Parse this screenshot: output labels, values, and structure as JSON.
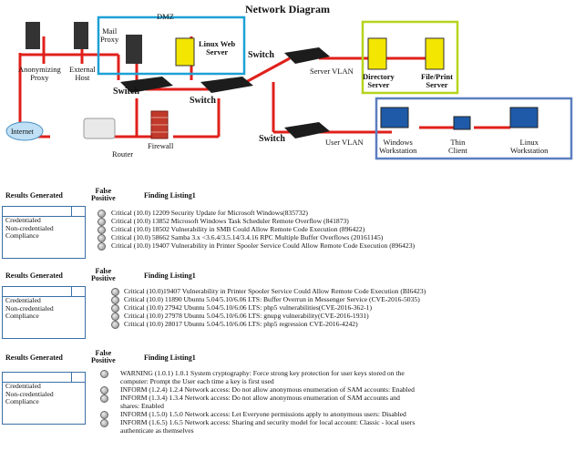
{
  "title": "Network Diagram",
  "diagram": {
    "dmz_label": "DMZ",
    "mail_proxy": "Mail\nProxy",
    "linux_web_server": "Linux Web\nServer",
    "anonymizing_proxy": "Anonymizing\nProxy",
    "external_host": "External\nHost",
    "switch_label": "Switch",
    "server_vlan": "Server VLAN",
    "user_vlan": "User VLAN",
    "directory_server": "Directory\nServer",
    "file_print_server": "File/Print\nServer",
    "internet": "Internet",
    "router": "Router",
    "firewall": "Firewall",
    "windows_workstation": "Windows\nWorkstation",
    "thin_client": "Thin\nClient",
    "linux_workstation": "Linux\nWorkstation"
  },
  "sections": [
    {
      "results_generated": "Results Generated",
      "false_positive": "False\nPositive",
      "finding_listing": "Finding Listing1",
      "options": [
        "Credentialed",
        "Non-credentialed",
        "Compliance"
      ],
      "findings": [
        "Critical (10.0) 12209 Security Update for Microsoft Windows(835732)",
        "Critical (10.0) 13852 Microsoft Windows Task Scheduler Remote Overflow (841873)",
        "Critical (10.0) 18502 Vulnerability in SMB Could Allow Remote Code Execution (896422)",
        "Critical (10.0) 58662 Samba 3.x <3.6.4/3.5.14/3.4.16 RPC Multiple Buffer Overflows (20161145)",
        "Critical (10.0) 19407 Vulnerability in Printer Spooler Service Could Allow Remote Code Execution (896423)"
      ]
    },
    {
      "results_generated": "Results Generated",
      "false_positive": "False\nPositive",
      "finding_listing": "Finding Listing1",
      "options": [
        "Credentialed",
        "Non-credentialed",
        "Compliance"
      ],
      "findings": [
        "Critical (10.0)19407 Vulnerability in Printer Spooler Service Could Allow Remote Code Execution (BI6423)",
        "Critical (10.0) 11890 Ubuntu 5.04/5.10/6.06 LTS: Buffer Overrun in Messenger Service (CVE-2016-5035)",
        "Critical (10.0) 27942 Ubuntu 5.04/5.10/6.06 LTS: php5 vulnerabilities(CVE-2016-362-1)",
        "Critical (10.0) 27978 Ubuntu 5.04/5.10/6.06 LTS: gnupg vulnerability(CVE-2016-1931)",
        "Critical (10.0) 28017 Ubuntu 5.04/5.10/6.06 LTS: php5 regression CVE-2016-4242)"
      ]
    },
    {
      "results_generated": "Results Generated",
      "false_positive": "False\nPositive",
      "finding_listing": "Finding Listing1",
      "options": [
        "Credentialed",
        "Non-credentialed",
        "Compliance"
      ],
      "findings": [
        "WARNING (1.0.1) 1.0.1 System cryptography: Force strong key protection for user keys stored on the",
        "computer: Prompt the User each time a key is first used",
        "INFORM (1.2.4) 1.2.4 Network access: Do not allow anonymous enumeration of SAM accounts: Enabled",
        "INFORM (1.3.4) 1.3.4 Network access: Do not allow anonymous enumeration of SAM accounts and",
        "shares: Enabled",
        "INFORM (1.5.0) 1.5.0 Network access: Let Everyone permissions apply to anonymous users: Disabled",
        "INFORM (1.6.5) 1.6.5 Network access: Sharing and security model for local account: Classic - local users",
        "authenticate as themselves"
      ]
    }
  ],
  "colors": {
    "link": "#e0201b",
    "dmz": "#1ea0d6",
    "server_vlan": "#b5d41c",
    "user_vlan": "#5b7fc0",
    "server_yellow": "#f3e600"
  }
}
